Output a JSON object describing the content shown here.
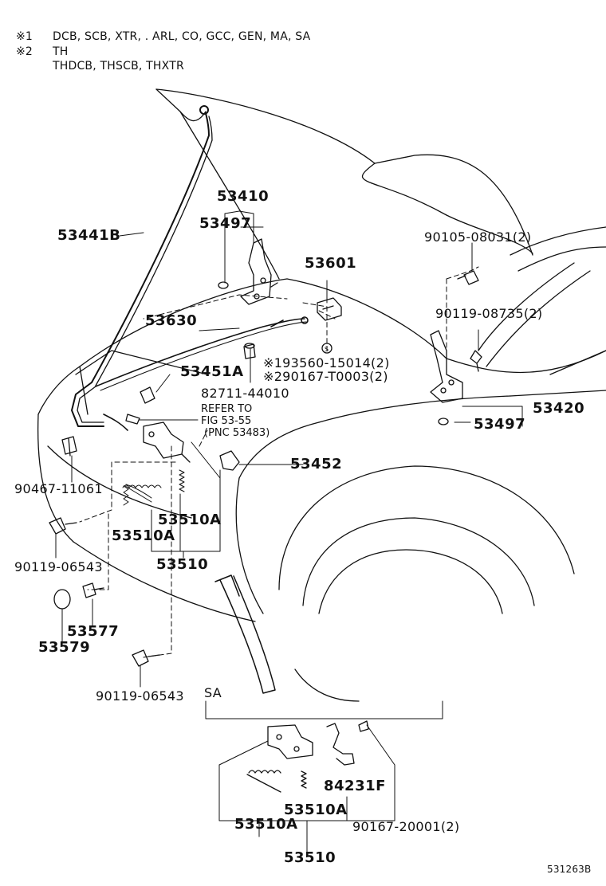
{
  "notes": [
    {
      "mark": "※1",
      "text": "DCB, SCB, XTR, . ARL, CO, GCC, GEN, MA, SA"
    },
    {
      "mark": "※2",
      "text": "TH"
    },
    {
      "mark": "",
      "text": "THDCB, THSCB, THXTR"
    }
  ],
  "parts": {
    "p53410": "53410",
    "p53497a": "53497",
    "p53441b": "53441B",
    "p53601": "53601",
    "p90105": "90105-08031(2)",
    "p53630": "53630",
    "p90119_08735": "90119-08735(2)",
    "p53451a": "53451A",
    "p193560": "※193560-15014(2)",
    "p290167": "※290167-T0003(2)",
    "p82711": "82711-44010",
    "p53420": "53420",
    "p53497b": "53497",
    "p53452": "53452",
    "p90467": "90467-11061",
    "p53510a_1": "53510A",
    "p53510a_2": "53510A",
    "p53510": "53510",
    "p90119_06543a": "90119-06543",
    "p53577": "53577",
    "p53579": "53579",
    "p90119_06543b": "90119-06543",
    "sa_label": "SA",
    "p84231f": "84231F",
    "sa_53510a_1": "53510A",
    "sa_53510a_2": "53510A",
    "p90167_20001": "90167-20001(2)",
    "sa_53510": "53510"
  },
  "refer": {
    "line1": "REFER TO",
    "line2": "FIG 53-55",
    "line3": "(PNC 53483)"
  },
  "figure_id": "531263B"
}
